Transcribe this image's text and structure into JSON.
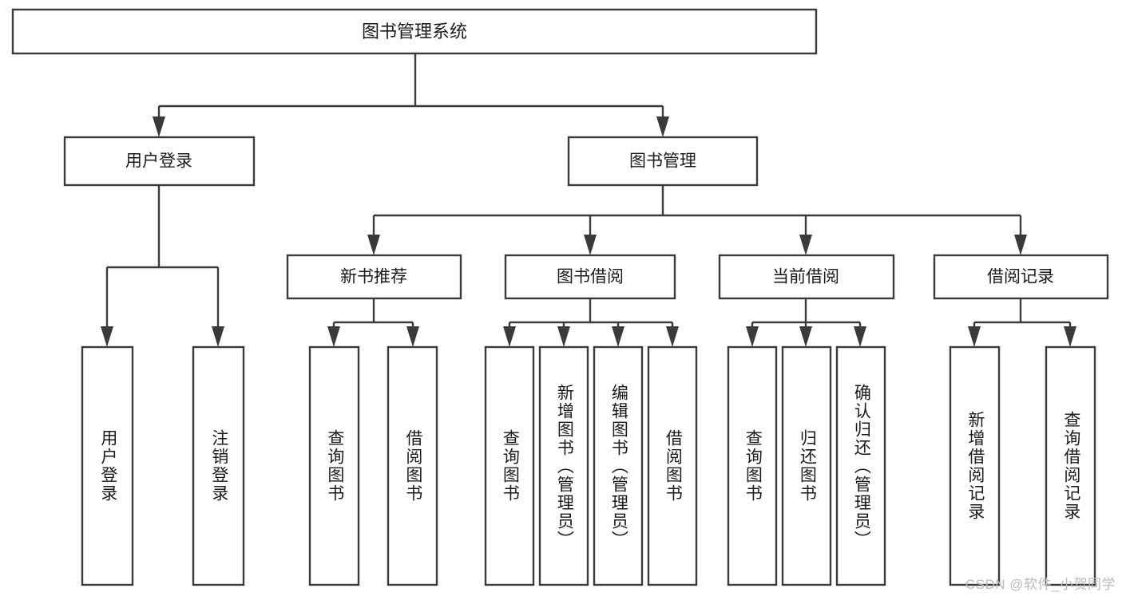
{
  "diagram": {
    "title": "图书管理系统",
    "watermark": "CSDN @软件_小贺同学",
    "colors": {
      "background": "#ffffff",
      "box_fill": "#ffffff",
      "box_stroke": "#3a3a3a",
      "text": "#1a1a1a",
      "watermark": "#b9b9b9"
    },
    "levels": {
      "root": {
        "label": "图书管理系统"
      },
      "level2": [
        {
          "label": "用户登录"
        },
        {
          "label": "图书管理"
        }
      ],
      "level3": [
        {
          "label": "新书推荐"
        },
        {
          "label": "图书借阅"
        },
        {
          "label": "当前借阅"
        },
        {
          "label": "借阅记录"
        }
      ],
      "leaves": {
        "user_login": [
          {
            "label": "用户登录"
          },
          {
            "label": "注销登录"
          }
        ],
        "new_book_recommend": [
          {
            "label": "查询图书"
          },
          {
            "label": "借阅图书"
          }
        ],
        "book_borrow": [
          {
            "label": "查询图书"
          },
          {
            "label": "新增图书（管理员）"
          },
          {
            "label": "编辑图书（管理员）"
          },
          {
            "label": "借阅图书"
          }
        ],
        "current_borrow": [
          {
            "label": "查询图书"
          },
          {
            "label": "归还图书"
          },
          {
            "label": "确认归还（管理员）"
          }
        ],
        "borrow_record": [
          {
            "label": "新增借阅记录"
          },
          {
            "label": "查询借阅记录"
          }
        ]
      }
    }
  }
}
